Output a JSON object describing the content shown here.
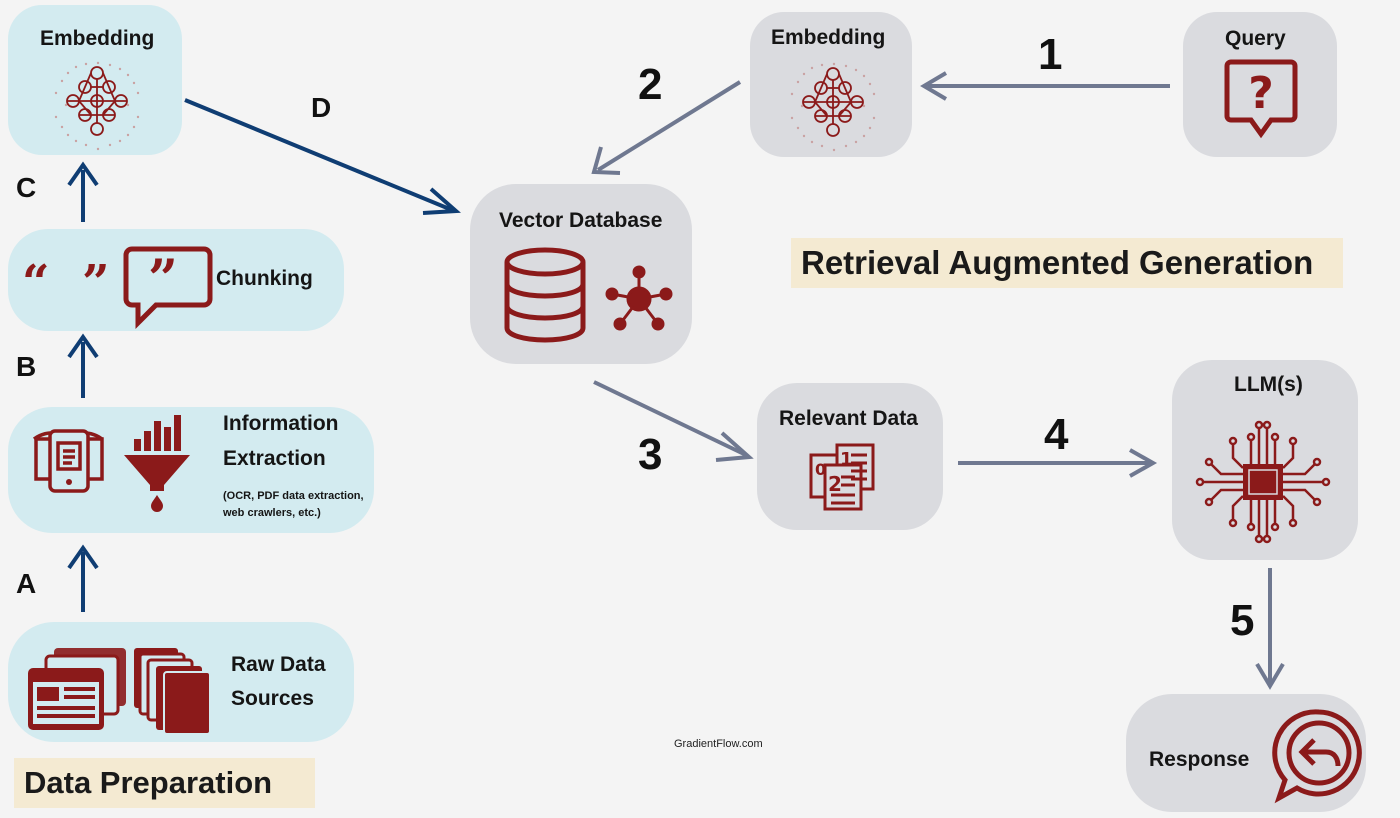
{
  "data_prep": {
    "title": "Data Preparation",
    "raw": {
      "label_line1": "Raw Data",
      "label_line2": "Sources"
    },
    "extraction": {
      "label_line1": "Information",
      "label_line2": "Extraction",
      "note_line1": "(OCR, PDF data extraction,",
      "note_line2": "web crawlers, etc.)"
    },
    "chunking": {
      "label": "Chunking"
    },
    "embedding": {
      "label": "Embedding"
    },
    "steps": {
      "a": "A",
      "b": "B",
      "c": "C",
      "d": "D"
    }
  },
  "rag": {
    "title": "Retrieval Augmented Generation",
    "query": {
      "label": "Query"
    },
    "embedding": {
      "label": "Embedding"
    },
    "vector_db": {
      "label": "Vector Database"
    },
    "relevant": {
      "label": "Relevant Data"
    },
    "llm": {
      "label": "LLM(s)"
    },
    "response": {
      "label": "Response"
    },
    "steps": {
      "s1": "1",
      "s2": "2",
      "s3": "3",
      "s4": "4",
      "s5": "5"
    }
  },
  "credit": "GradientFlow.com",
  "colors": {
    "icon_red": "#8b1a1a",
    "prep_arrow": "#0f3d73",
    "rag_arrow": "#6f7890",
    "prep_box": "#d3ebf0",
    "rag_box": "#dadbdf",
    "banner_bg": "#f4ead2"
  },
  "icons": [
    "neural-net-icon",
    "question-bubble-icon",
    "database-icon",
    "graph-network-icon",
    "quote-chat-icon",
    "document-scanner-icon",
    "funnel-icon",
    "documents-icon",
    "numbered-docs-icon",
    "chip-icon",
    "reply-bubble-icon"
  ]
}
